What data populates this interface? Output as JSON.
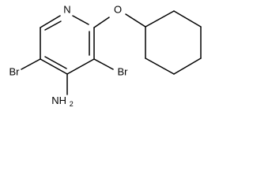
{
  "molecule": {
    "atom_labels": {
      "nitrogen": "N",
      "oxygen": "O",
      "bromine_left": "Br",
      "bromine_right": "Br",
      "amine": "NH",
      "amine_subscript": "2"
    }
  }
}
